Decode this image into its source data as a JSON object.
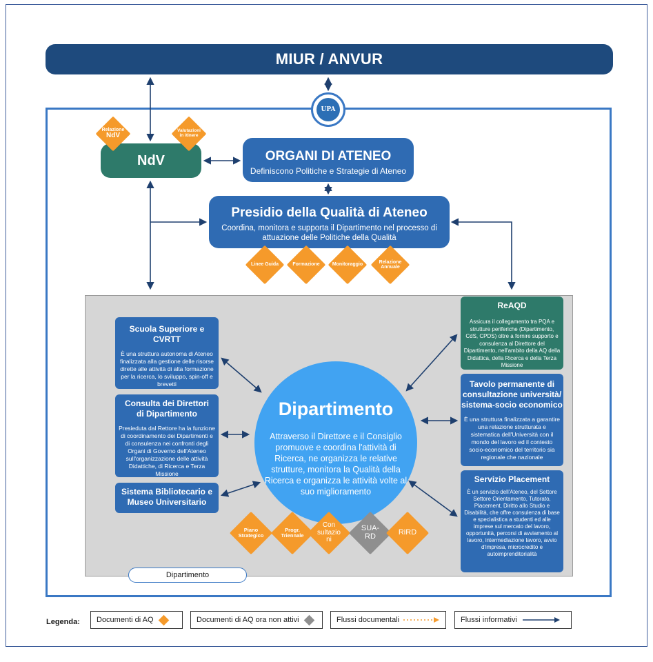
{
  "banner": {
    "title": "MIUR / ANVUR"
  },
  "logo": {
    "text": "UPA"
  },
  "ndv": {
    "label": "NdV",
    "doc_relazione": {
      "line1": "Relazione",
      "line2": "NdV"
    },
    "doc_valutazioni": {
      "line1": "Valutazioni",
      "line2": "in itinere"
    }
  },
  "organi": {
    "title": "ORGANI DI ATENEO",
    "subtitle": "Definiscono Politiche e Strategie di Ateneo"
  },
  "presidio": {
    "title": "Presidio della Qualità di Ateneo",
    "subtitle": "Coordina, monitora e supporta il Dipartimento nel processo di attuazione delle Politiche della Qualità",
    "docs": [
      "Linee Guida",
      "Formazione",
      "Monitoraggio",
      "Relazione Annuale"
    ]
  },
  "left_boxes": {
    "scuola": {
      "title": "Scuola Superiore e CVRTT",
      "text": "È una struttura autonoma di Ateneo finalizzata alla gestione delle risorse dirette alle attività di alta formazione per la ricerca, lo sviluppo, spin-off e brevetti"
    },
    "consulta": {
      "title": "Consulta dei Direttori di Dipartimento",
      "text": "Presieduta dal Rettore ha la funzione di coordinamento dei Dipartimenti e di consulenza nei confronti degli Organi di Governo dell'Ateneo sull'organizzazione delle attività Didattiche, di Ricerca e Terza Missione"
    },
    "sistema": {
      "title": "Sistema Bibliotecario e Museo Universitario"
    }
  },
  "right_boxes": {
    "reaqd": {
      "title": "ReAQD",
      "text": "Assicura il collegamento tra PQA e strutture periferiche (Dipartimento, CdS, CPDS) oltre a fornire supporto e consulenza al Direttore del Dipartimento, nell'ambito della AQ della Didattica, della Ricerca e della Terza Missione"
    },
    "tavolo": {
      "title": "Tavolo permanente di consultazione università/ sistema-socio economico",
      "text": "È una struttura finalizzata a garantire una relazione strutturata e sistematica dell'Università con il mondo del lavoro ed il contesto socio-economico del territorio sia regionale che nazionale"
    },
    "servizio": {
      "title": "Servizio Placement",
      "text": "È un servizio dell'Ateneo, del Settore Settore Orientamento, Tutorato, Placement, Diritto allo Studio e Disabilità, che offre consulenza di base e specialistica a studenti ed alle imprese sul mercato del lavoro, opportunità, percorsi di avviamento al lavoro, intermediazione lavoro, avvio d'impresa, microcredito e autoimprenditorialità"
    }
  },
  "dipartimento": {
    "title": "Dipartimento",
    "text": "Attraverso il Direttore e il Consiglio promuove e coordina l'attività di Ricerca, ne organizza le relative strutture, monitora la Qualità della Ricerca e organizza le attività volte al suo miglioramento",
    "tag": "Dipartimento",
    "docs": [
      {
        "label": "Piano Strategico",
        "active": true
      },
      {
        "label": "Progr. Triennale",
        "active": true
      },
      {
        "label": "Con sultazio ni",
        "active": true
      },
      {
        "label": "SUA-RD",
        "active": false
      },
      {
        "label": "RiRD",
        "active": true
      }
    ]
  },
  "legend": {
    "label": "Legenda:",
    "items": [
      {
        "text": "Documenti di AQ",
        "color": "#f59a2b"
      },
      {
        "text": "Documenti di AQ ora non attivi",
        "color": "#8f8f8f"
      },
      {
        "text": "Flussi documentali"
      },
      {
        "text": "Flussi informativi"
      }
    ]
  },
  "colors": {
    "navy": "#1e4a7d",
    "blue": "#2f6bb3",
    "teal": "#2e7a6a",
    "light_blue": "#41a3f2",
    "orange": "#f59a2b",
    "gray": "#8f8f8f"
  }
}
